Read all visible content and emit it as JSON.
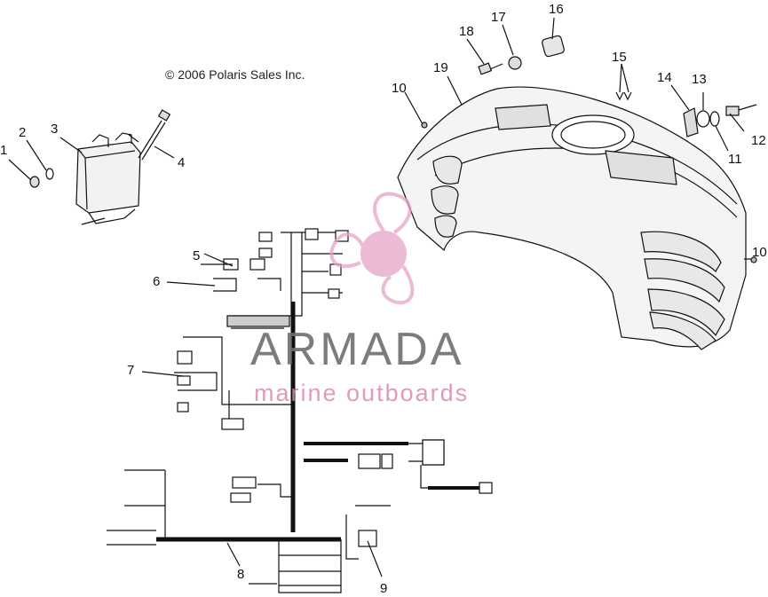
{
  "copyright": "© 2006 Polaris Sales Inc.",
  "watermark": {
    "title": "ARMADA",
    "subtitle": "marine outboards",
    "brand_color": "#e6a3c6",
    "text_color": "#6e6e6e"
  },
  "callouts": [
    "1",
    "2",
    "3",
    "4",
    "5",
    "6",
    "7",
    "8",
    "9",
    "10",
    "10",
    "11",
    "12",
    "13",
    "14",
    "15",
    "16",
    "17",
    "18",
    "19"
  ]
}
